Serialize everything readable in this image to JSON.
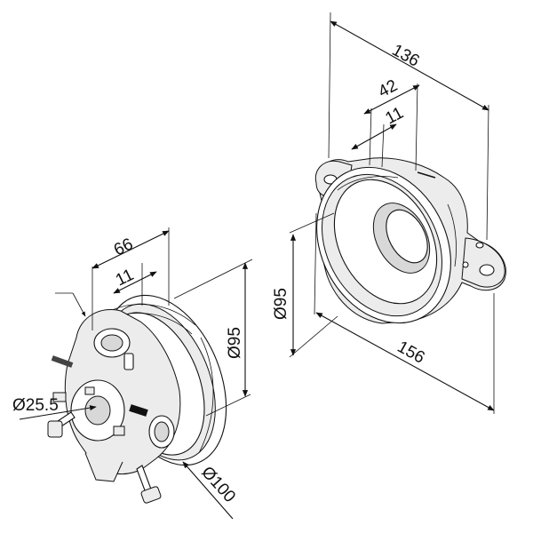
{
  "dimensions": {
    "left_top_a": "66",
    "left_top_b": "11",
    "left_dia_95": "Ø95",
    "left_dia_25": "Ø25.5",
    "left_dia_100": "Ø100",
    "right_top_136": "136",
    "right_top_42": "42",
    "right_top_11": "11",
    "right_dia_95": "Ø95",
    "right_bottom_156": "156"
  },
  "colors": {
    "line": "#111111",
    "shade": "#d8d8d8",
    "background": "#ffffff"
  }
}
